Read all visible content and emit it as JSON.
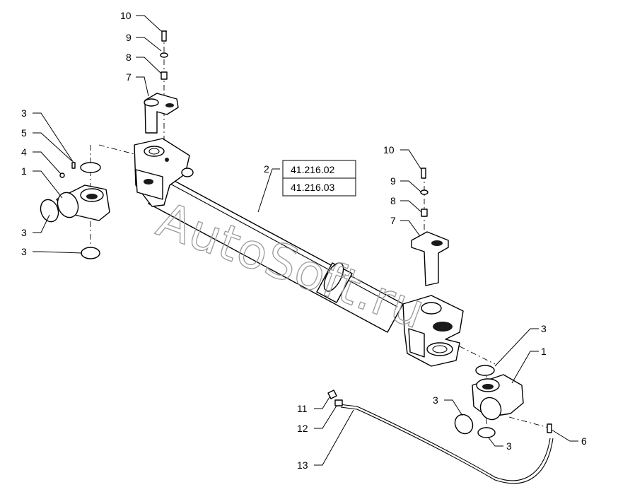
{
  "watermark": "AutoSoft.ru",
  "references": [
    "41.216.02",
    "41.216.03"
  ],
  "callouts": [
    {
      "id": "c-10a",
      "label": "10"
    },
    {
      "id": "c-9a",
      "label": "9"
    },
    {
      "id": "c-8a",
      "label": "8"
    },
    {
      "id": "c-7a",
      "label": "7"
    },
    {
      "id": "c-3a",
      "label": "3"
    },
    {
      "id": "c-5",
      "label": "5"
    },
    {
      "id": "c-4",
      "label": "4"
    },
    {
      "id": "c-1a",
      "label": "1"
    },
    {
      "id": "c-3b",
      "label": "3"
    },
    {
      "id": "c-3c",
      "label": "3"
    },
    {
      "id": "c-2",
      "label": "2"
    },
    {
      "id": "c-10b",
      "label": "10"
    },
    {
      "id": "c-9b",
      "label": "9"
    },
    {
      "id": "c-8b",
      "label": "8"
    },
    {
      "id": "c-7b",
      "label": "7"
    },
    {
      "id": "c-3d",
      "label": "3"
    },
    {
      "id": "c-1b",
      "label": "1"
    },
    {
      "id": "c-3e",
      "label": "3"
    },
    {
      "id": "c-3f",
      "label": "3"
    },
    {
      "id": "c-6",
      "label": "6"
    },
    {
      "id": "c-11",
      "label": "11"
    },
    {
      "id": "c-12",
      "label": "12"
    },
    {
      "id": "c-13",
      "label": "13"
    }
  ]
}
